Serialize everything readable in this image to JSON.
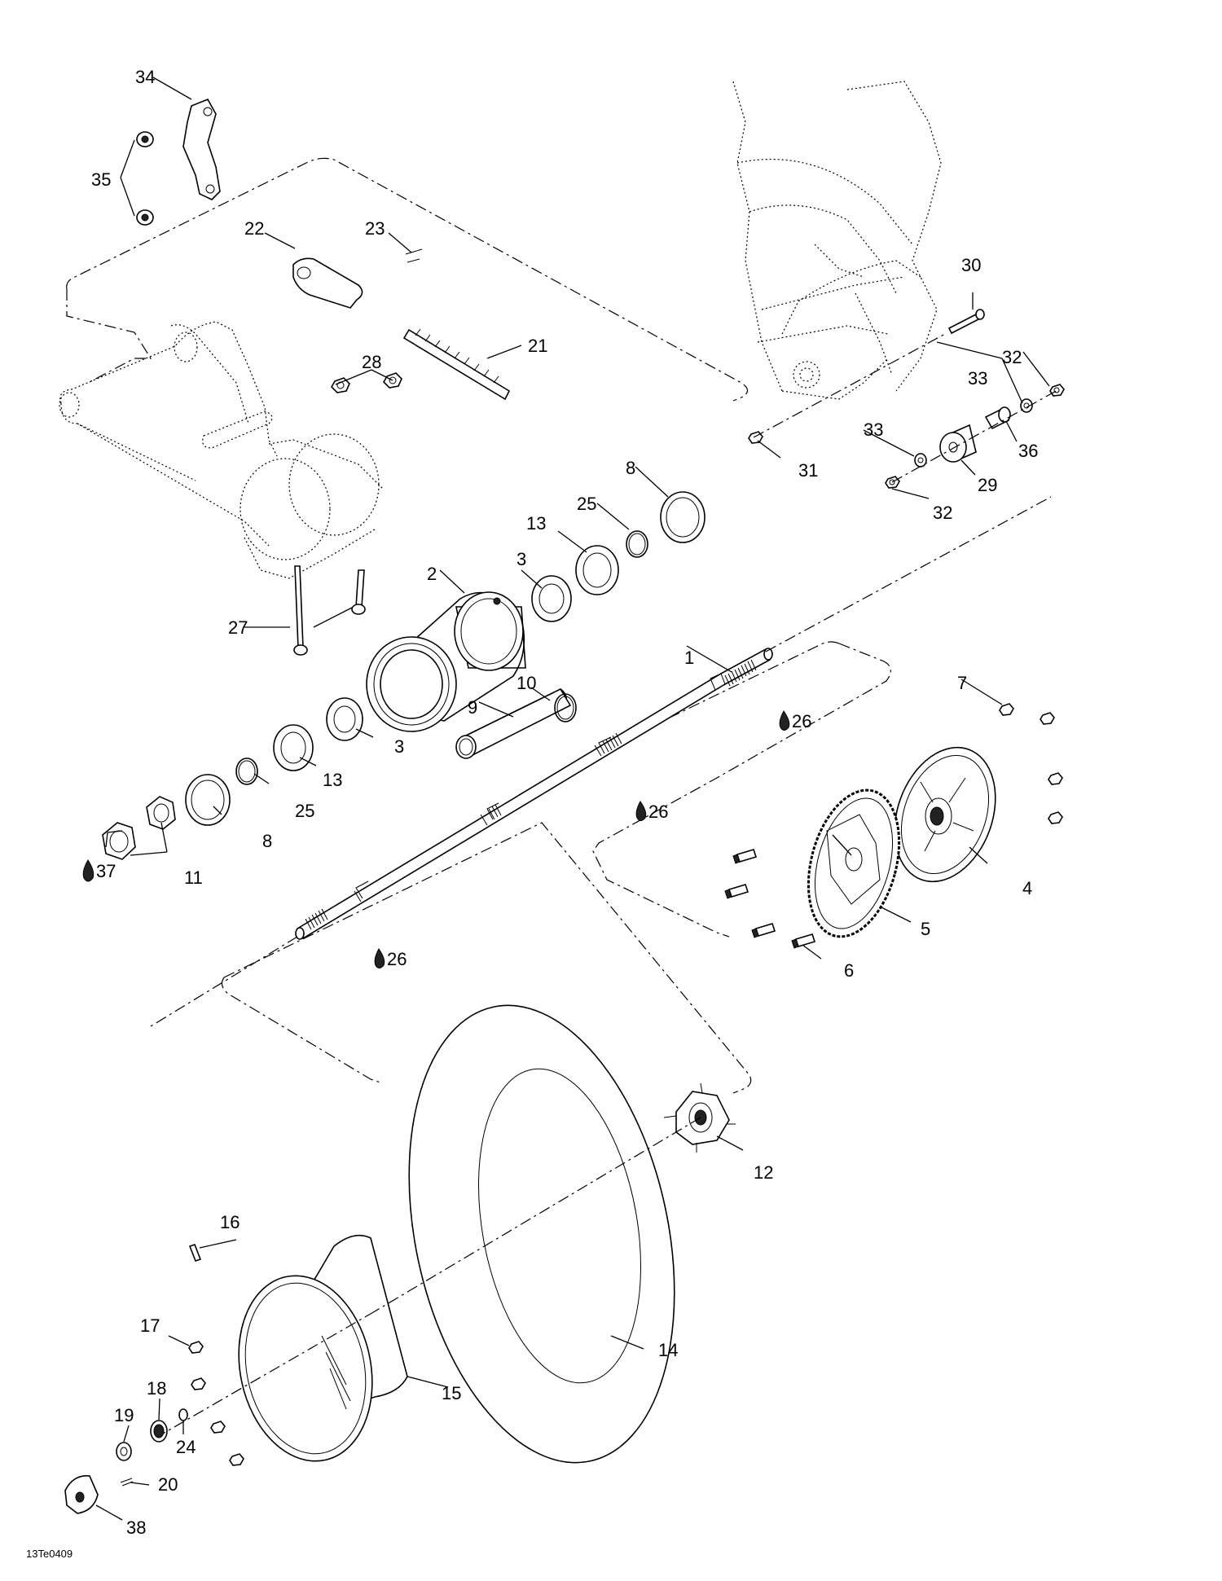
{
  "callouts": {
    "c1": "1",
    "c2": "2",
    "c3a": "3",
    "c3b": "3",
    "c4": "4",
    "c5": "5",
    "c6": "6",
    "c7": "7",
    "c8a": "8",
    "c8b": "8",
    "c9": "9",
    "c10": "10",
    "c11": "11",
    "c12": "12",
    "c13a": "13",
    "c13b": "13",
    "c14": "14",
    "c15": "15",
    "c16": "16",
    "c17": "17",
    "c18": "18",
    "c19": "19",
    "c20": "20",
    "c21": "21",
    "c22": "22",
    "c23": "23",
    "c24": "24",
    "c25a": "25",
    "c25b": "25",
    "c26a": "26",
    "c26b": "26",
    "c26c": "26",
    "c27": "27",
    "c28": "28",
    "c29": "29",
    "c30": "30",
    "c31": "31",
    "c32a": "32",
    "c32b": "32",
    "c33a": "33",
    "c33b": "33",
    "c34": "34",
    "c35": "35",
    "c36": "36",
    "c37": "37",
    "c38": "38"
  },
  "figure_code": "13Te0409",
  "icons": {
    "lubricant": "drop-icon"
  }
}
